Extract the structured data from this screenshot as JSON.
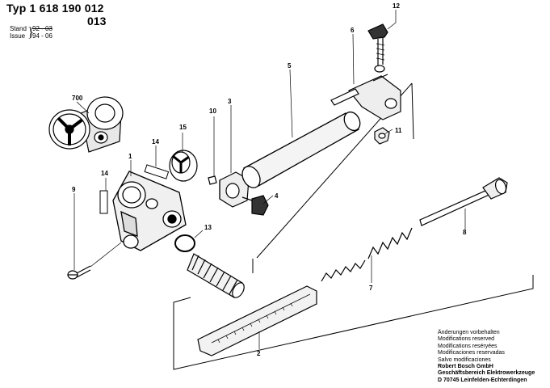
{
  "header": {
    "type_line": "Typ 1 618 190 012",
    "type_line2": "013",
    "stand_label": "Stand",
    "issue_label": "Issue",
    "stand_value": "92 - 03",
    "issue_value": "94 - 06"
  },
  "callouts": {
    "c700": "700",
    "c1": "1",
    "c2": "2",
    "c3": "3",
    "c4": "4",
    "c5": "5",
    "c6": "6",
    "c7": "7",
    "c8": "8",
    "c9": "9",
    "c10": "10",
    "c11": "11",
    "c12": "12",
    "c13": "13",
    "c14a": "14",
    "c14b": "14",
    "c15": "15"
  },
  "notes": {
    "line1": "Änderungen vorbehalten",
    "line2": "Modifications reserved",
    "line3": "Modifications reséryées",
    "line4": "Modificaciones reservadas",
    "line5": "Salvo modificaciones",
    "line6": "Robert Bosch GmbH",
    "line7": "Geschäftsbereich Elektrowerkzeuge",
    "line8": "D 70745 Leinfelden-Echterdingen"
  }
}
